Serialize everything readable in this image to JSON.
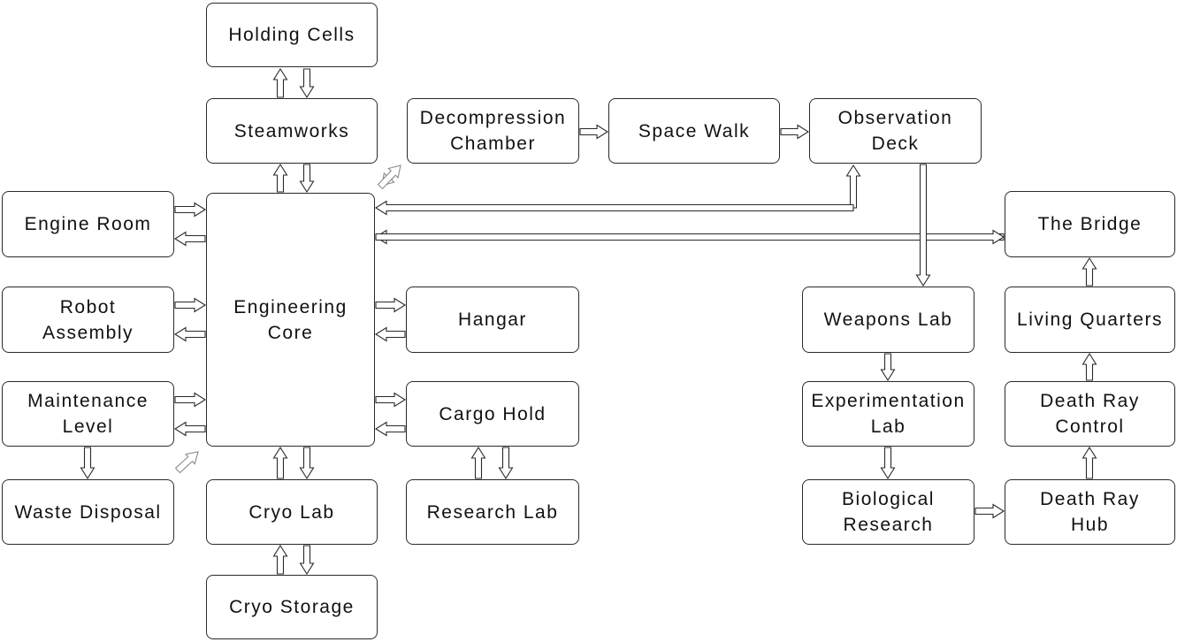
{
  "colors": {
    "stroke": "#2a2a2a",
    "text": "#111111",
    "background": "#ffffff"
  },
  "rooms": {
    "holding_cells": "Holding Cells",
    "steamworks": "Steamworks",
    "decompression_chamber": "Decompression\nChamber",
    "space_walk": "Space Walk",
    "observation_deck": "Observation\nDeck",
    "engine_room": "Engine Room",
    "engineering_core": "Engineering\nCore",
    "the_bridge": "The Bridge",
    "robot_assembly": "Robot\nAssembly",
    "hangar": "Hangar",
    "weapons_lab": "Weapons Lab",
    "living_quarters": "Living Quarters",
    "maintenance_level": "Maintenance\nLevel",
    "cargo_hold": "Cargo Hold",
    "experimentation_lab": "Experimentation\nLab",
    "death_ray_control": "Death Ray\nControl",
    "waste_disposal": "Waste Disposal",
    "cryo_lab": "Cryo Lab",
    "research_lab": "Research Lab",
    "biological_research": "Biological\nResearch",
    "death_ray_hub": "Death Ray\nHub",
    "cryo_storage": "Cryo Storage"
  }
}
